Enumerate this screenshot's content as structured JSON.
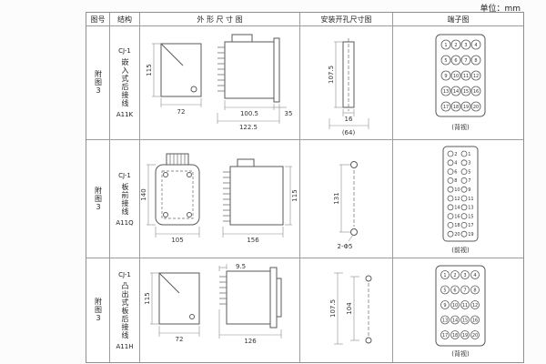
{
  "unit_label": "单位：mm",
  "headers": {
    "figure": "图号",
    "structure": "结构",
    "outline": "外 形 尺 寸 图",
    "mounting": "安装开孔尺寸图",
    "terminal": "端子图"
  },
  "rows": [
    {
      "figure": "附图3",
      "model": "CJ-1",
      "desc": "嵌入式后接线",
      "code": "A11K",
      "outline": {
        "h": "115",
        "w": "72",
        "d1": "100.5",
        "d2": "122.5",
        "d3": "35"
      },
      "mount": {
        "h": "107.5",
        "w1": "16",
        "w2": "(64)"
      }
    },
    {
      "figure": "附图3",
      "model": "CJ-1",
      "desc": "板前接线",
      "code": "A11Q",
      "outline": {
        "h": "140",
        "w": "105",
        "d1": "156",
        "d2": "115"
      },
      "mount": {
        "h": "131",
        "hole": "2-Φ5"
      }
    },
    {
      "figure": "附图3",
      "model": "CJ-1",
      "desc": "凸出式板后接线",
      "code": "A11H",
      "outline": {
        "h": "115",
        "w": "72",
        "d1": "9.5",
        "d2": "126"
      },
      "mount": {
        "h": "107.5",
        "h2": "104"
      }
    }
  ],
  "terminals": [
    {
      "style": "grid",
      "cols": 4,
      "numbers": [
        1,
        2,
        3,
        4,
        5,
        6,
        7,
        8,
        9,
        10,
        11,
        12,
        13,
        14,
        15,
        16,
        17,
        18,
        19,
        20
      ],
      "caption": "(背视)"
    },
    {
      "style": "pairs",
      "rows": [
        [
          2,
          1
        ],
        [
          4,
          3
        ],
        [
          6,
          5
        ],
        [
          8,
          7
        ],
        [
          10,
          9
        ],
        [
          12,
          11
        ],
        [
          14,
          13
        ],
        [
          16,
          15
        ],
        [
          18,
          17
        ],
        [
          20,
          19
        ]
      ],
      "caption": "(前视)"
    },
    {
      "style": "grid",
      "cols": 4,
      "numbers": [
        1,
        2,
        3,
        4,
        5,
        6,
        7,
        8,
        9,
        10,
        11,
        12,
        13,
        14,
        15,
        16,
        17,
        18,
        19,
        20
      ],
      "caption": "(背视)"
    }
  ]
}
